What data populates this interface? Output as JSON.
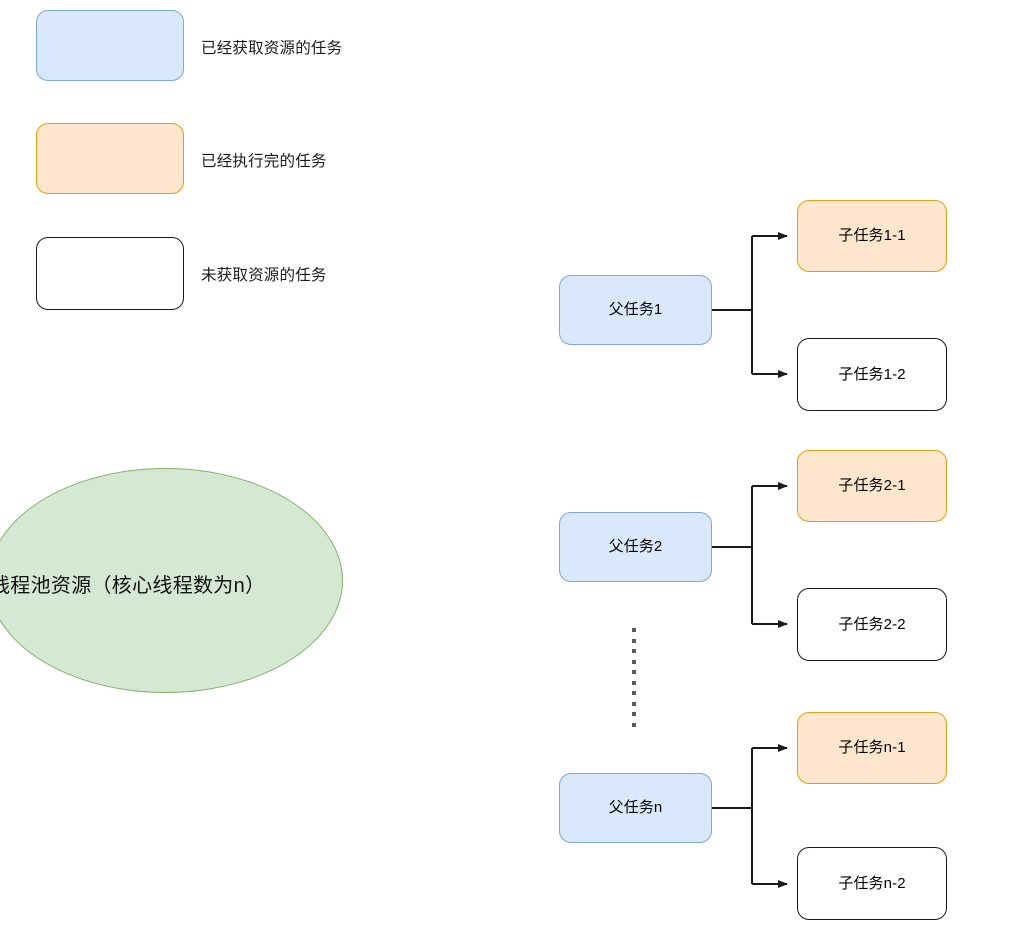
{
  "legend": {
    "items": [
      {
        "swatch": "blue",
        "label": "已经获取资源的任务"
      },
      {
        "swatch": "orange",
        "label": "已经执行完的任务"
      },
      {
        "swatch": "plain",
        "label": "未获取资源的任务"
      }
    ]
  },
  "pool": {
    "label": "线程池资源（核心线程数为n）",
    "fill": "#d5e8d4",
    "stroke": "#82b366"
  },
  "groups": [
    {
      "parent": "父任务1",
      "children": [
        {
          "label": "子任务1-1",
          "state": "orange"
        },
        {
          "label": "子任务1-2",
          "state": "plain"
        }
      ]
    },
    {
      "parent": "父任务2",
      "children": [
        {
          "label": "子任务2-1",
          "state": "orange"
        },
        {
          "label": "子任务2-2",
          "state": "plain"
        }
      ]
    },
    {
      "parent": "父任务n",
      "children": [
        {
          "label": "子任务n-1",
          "state": "orange"
        },
        {
          "label": "子任务n-2",
          "state": "plain"
        }
      ]
    }
  ],
  "ellipsis": {
    "symbol": "⋮"
  },
  "colors": {
    "blue_fill": "#dae8fc",
    "blue_stroke": "#7ea6d9",
    "orange_fill": "#ffe6cc",
    "orange_stroke": "#dba016",
    "plain_fill": "#ffffff",
    "plain_stroke": "#1a1a1a",
    "green_fill": "#d5e8d4",
    "green_stroke": "#82b366",
    "wire": "#1a1a1a"
  }
}
